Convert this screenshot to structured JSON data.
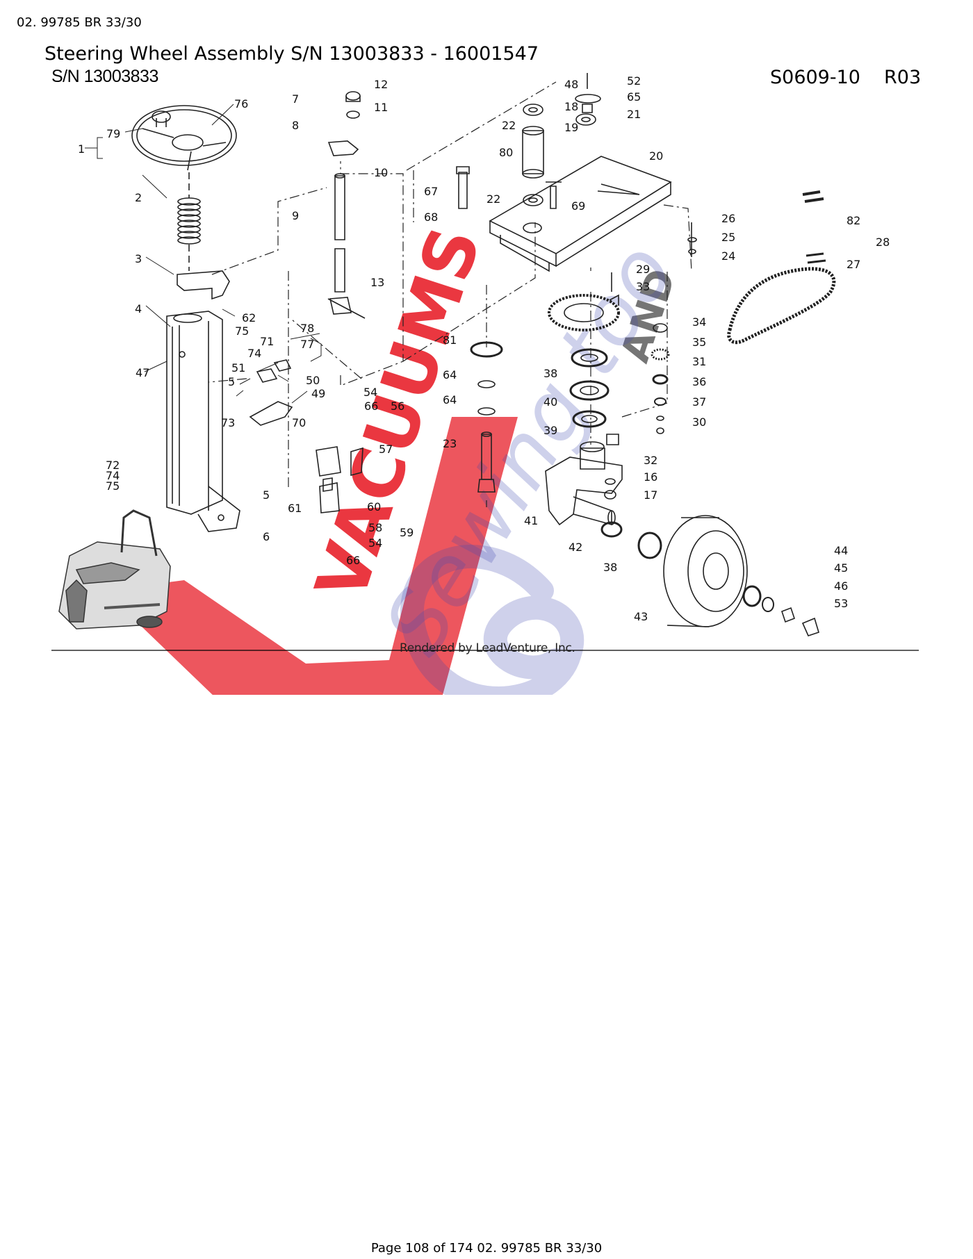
{
  "header": {
    "doc_ref": "02. 99785 BR 33/30",
    "title": "Steering Wheel Assembly S/N 13003833 - 16001547",
    "serial": "S/N 13003833",
    "drawing_code": "S0609-10",
    "revision": "R03"
  },
  "diagram": {
    "credit": "Rendered by LeadVenture, Inc.",
    "watermark": {
      "word_main": "VACUUMS",
      "word_small": "AND",
      "word_script": "Sewing too",
      "color_red": "#e8212b",
      "color_blue": "#2b35a8"
    },
    "callouts": [
      {
        "label": "1"
      },
      {
        "label": "79"
      },
      {
        "label": "76"
      },
      {
        "label": "2"
      },
      {
        "label": "3"
      },
      {
        "label": "4"
      },
      {
        "label": "47"
      },
      {
        "label": "62"
      },
      {
        "label": "75"
      },
      {
        "label": "71"
      },
      {
        "label": "74"
      },
      {
        "label": "78"
      },
      {
        "label": "77"
      },
      {
        "label": "51"
      },
      {
        "label": "50"
      },
      {
        "label": "5"
      },
      {
        "label": "49"
      },
      {
        "label": "73"
      },
      {
        "label": "70"
      },
      {
        "label": "72"
      },
      {
        "label": "74"
      },
      {
        "label": "75"
      },
      {
        "label": "5"
      },
      {
        "label": "6"
      },
      {
        "label": "7"
      },
      {
        "label": "8"
      },
      {
        "label": "12"
      },
      {
        "label": "11"
      },
      {
        "label": "10"
      },
      {
        "label": "9"
      },
      {
        "label": "13"
      },
      {
        "label": "54"
      },
      {
        "label": "66"
      },
      {
        "label": "56"
      },
      {
        "label": "57"
      },
      {
        "label": "60"
      },
      {
        "label": "61"
      },
      {
        "label": "58"
      },
      {
        "label": "54"
      },
      {
        "label": "66"
      },
      {
        "label": "59"
      },
      {
        "label": "48"
      },
      {
        "label": "18"
      },
      {
        "label": "22"
      },
      {
        "label": "52"
      },
      {
        "label": "65"
      },
      {
        "label": "21"
      },
      {
        "label": "19"
      },
      {
        "label": "80"
      },
      {
        "label": "20"
      },
      {
        "label": "67"
      },
      {
        "label": "68"
      },
      {
        "label": "22"
      },
      {
        "label": "69"
      },
      {
        "label": "26"
      },
      {
        "label": "25"
      },
      {
        "label": "24"
      },
      {
        "label": "29"
      },
      {
        "label": "33"
      },
      {
        "label": "82"
      },
      {
        "label": "28"
      },
      {
        "label": "27"
      },
      {
        "label": "81"
      },
      {
        "label": "64"
      },
      {
        "label": "64"
      },
      {
        "label": "23"
      },
      {
        "label": "38"
      },
      {
        "label": "40"
      },
      {
        "label": "39"
      },
      {
        "label": "34"
      },
      {
        "label": "35"
      },
      {
        "label": "31"
      },
      {
        "label": "36"
      },
      {
        "label": "37"
      },
      {
        "label": "30"
      },
      {
        "label": "32"
      },
      {
        "label": "16"
      },
      {
        "label": "17"
      },
      {
        "label": "41"
      },
      {
        "label": "42"
      },
      {
        "label": "38"
      },
      {
        "label": "43"
      },
      {
        "label": "44"
      },
      {
        "label": "45"
      },
      {
        "label": "46"
      },
      {
        "label": "53"
      }
    ]
  },
  "footer": {
    "page_text": "Page 108 of 174 02. 99785 BR 33/30"
  }
}
